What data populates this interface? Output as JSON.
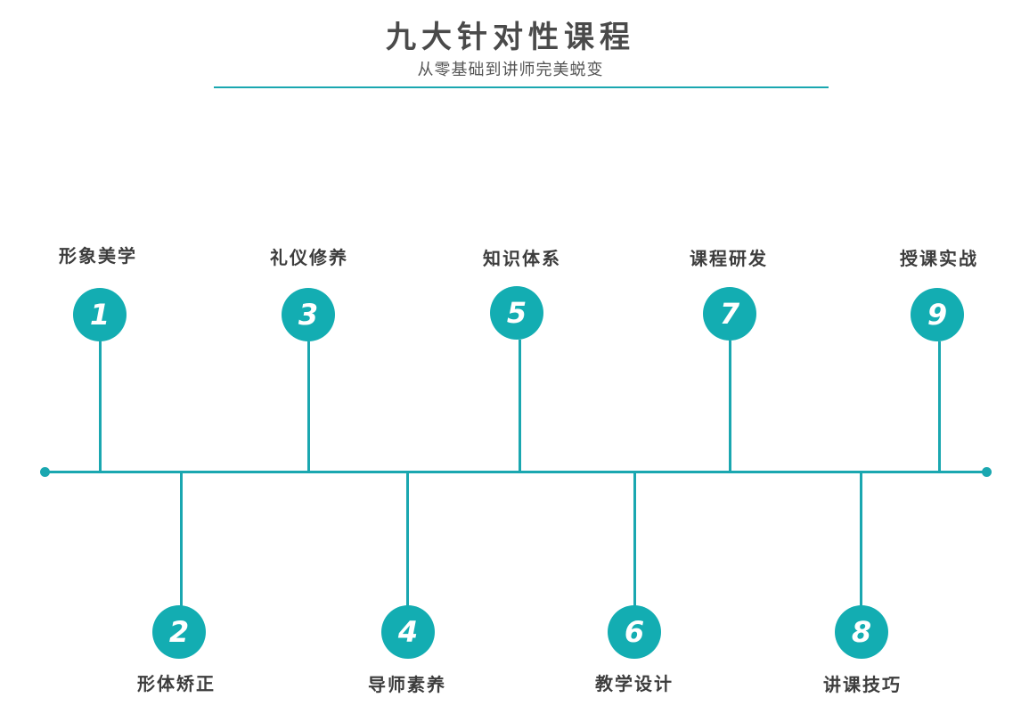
{
  "header": {
    "title": "九大针对性课程",
    "subtitle": "从零基础到讲师完美蜕变"
  },
  "colors": {
    "accent": "#13adb2",
    "text": "#3d3d3d"
  },
  "courses": [
    {
      "number": "1",
      "label": "形象美学"
    },
    {
      "number": "2",
      "label": "形体矫正"
    },
    {
      "number": "3",
      "label": "礼仪修养"
    },
    {
      "number": "4",
      "label": "导师素养"
    },
    {
      "number": "5",
      "label": "知识体系"
    },
    {
      "number": "6",
      "label": "教学设计"
    },
    {
      "number": "7",
      "label": "课程研发"
    },
    {
      "number": "8",
      "label": "讲课技巧"
    },
    {
      "number": "9",
      "label": "授课实战"
    }
  ]
}
